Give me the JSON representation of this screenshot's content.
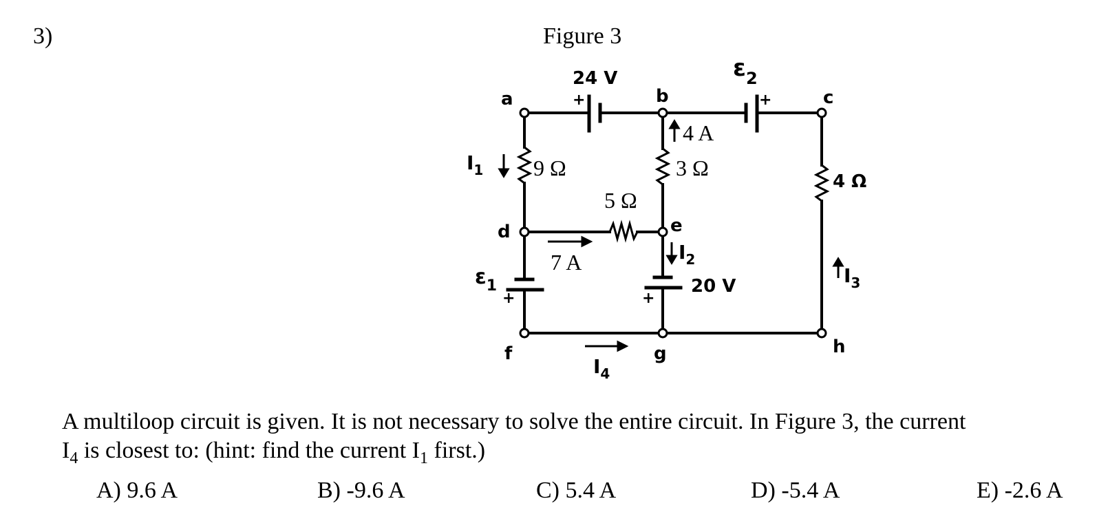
{
  "question": {
    "number": "3)",
    "figure_title": "Figure 3",
    "text_part1": "A multiloop circuit is given. It is not necessary to solve the entire circuit. In Figure 3, the current",
    "text_I": "I",
    "text_sub4": "4",
    "text_part2": " is closest to: (hint: find the current I",
    "text_sub1": "1",
    "text_part3": " first.)"
  },
  "choices": [
    {
      "label": "A) 9.6 A"
    },
    {
      "label": "B) -9.6 A"
    },
    {
      "label": "C) 5.4 A"
    },
    {
      "label": "D) -5.4 A"
    },
    {
      "label": "E) -2.6 A"
    }
  ],
  "circuit": {
    "nodes": {
      "a": "a",
      "b": "b",
      "c": "c",
      "d": "d",
      "e": "e",
      "f": "f",
      "g": "g",
      "h": "h"
    },
    "battery_top_label": "24 V",
    "battery_e2_label": "ε",
    "battery_e2_sub": "2",
    "battery_e1_label": "ε",
    "battery_e1_sub": "1",
    "battery_mid_label": "20 V",
    "plus": "+",
    "r_9": "9 Ω",
    "r_3": "3 Ω",
    "r_5": "5 Ω",
    "r_4": "4 Ω",
    "cur_4A": "4 A",
    "cur_7A": "7 A",
    "I1": "I",
    "I1_sub": "1",
    "I2": "I",
    "I2_sub": "2",
    "I3": "I",
    "I3_sub": "3",
    "I4": "I",
    "I4_sub": "4"
  }
}
